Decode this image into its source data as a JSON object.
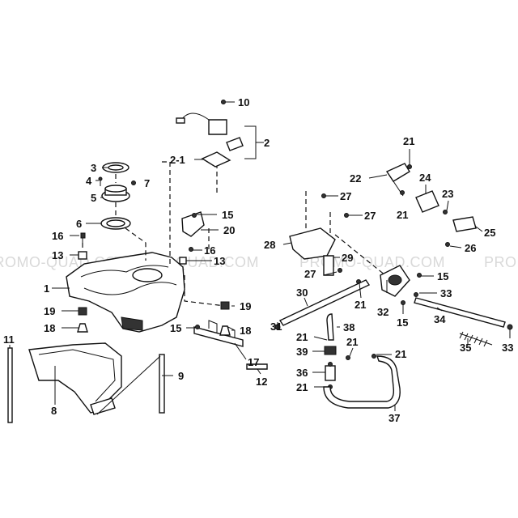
{
  "watermark": "PROMO-QUAD.COM",
  "labels": {
    "p1": "1",
    "p2": "2",
    "p2_1": "2-1",
    "p3": "3",
    "p4": "4",
    "p5": "5",
    "p6": "6",
    "p7": "7",
    "p8": "8",
    "p9": "9",
    "p10": "10",
    "p11": "11",
    "p12": "12",
    "p13a": "13",
    "p13b": "13",
    "p15a": "15",
    "p15b": "15",
    "p15c": "15",
    "p15d": "15",
    "p16a": "16",
    "p16b": "16",
    "p17": "17",
    "p18a": "18",
    "p18b": "18",
    "p19a": "19",
    "p19b": "19",
    "p20": "20",
    "p21a": "21",
    "p21b": "21",
    "p21c": "21",
    "p21d": "21",
    "p21e": "21",
    "p21f": "21",
    "p21g": "21",
    "p22": "22",
    "p23": "23",
    "p24": "24",
    "p25": "25",
    "p26": "26",
    "p27a": "27",
    "p27b": "27",
    "p27c": "27",
    "p28": "28",
    "p29": "29",
    "p30": "30",
    "p31": "31",
    "p32": "32",
    "p33a": "33",
    "p33b": "33",
    "p34": "34",
    "p35": "35",
    "p36": "36",
    "p37": "37",
    "p38": "38",
    "p39": "39"
  }
}
